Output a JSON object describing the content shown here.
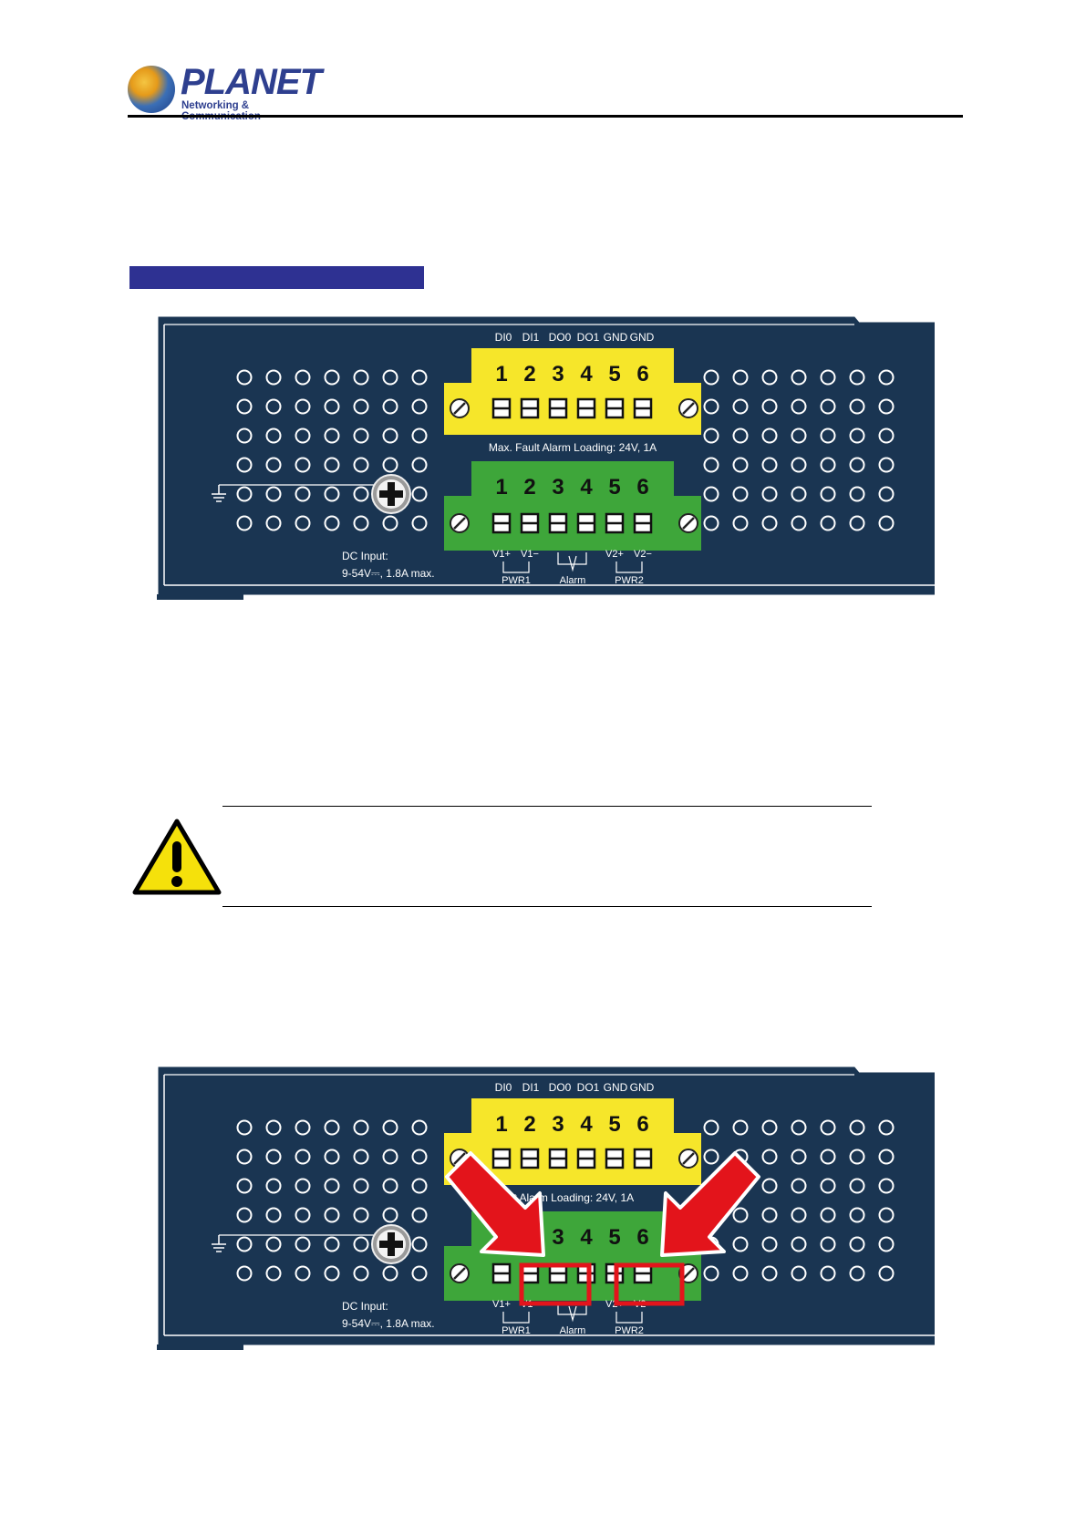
{
  "header": {
    "brand": "PLANET",
    "tagline": "Networking & Communication"
  },
  "panels": [
    {
      "top_pins": [
        "DI0",
        "DI1",
        "DO0",
        "DO1",
        "GND",
        "GND"
      ],
      "pin_numbers": [
        "1",
        "2",
        "3",
        "4",
        "5",
        "6"
      ],
      "alarm_loading": "Max. Fault Alarm Loading: 24V, 1A",
      "dc_input_line1": "DC Input:",
      "dc_input_line2": "9-54V⎓, 1.8A max.",
      "bottom_labels": {
        "v1p": "V1+",
        "v1m": "V1−",
        "pwr1": "PWR1",
        "alarm": "Alarm",
        "v2p": "V2+",
        "v2m": "V2−",
        "pwr2": "PWR2"
      }
    },
    {
      "top_pins": [
        "DI0",
        "DI1",
        "DO0",
        "DO1",
        "GND",
        "GND"
      ],
      "pin_numbers": [
        "1",
        "2",
        "3",
        "4",
        "5",
        "6"
      ],
      "alarm_loading_visible": "lt Alarm Loading: 24V, 1A",
      "dc_input_line1": "DC Input:",
      "dc_input_line2": "9-54V⎓, 1.8A max.",
      "bottom_labels": {
        "v1p": "V1+",
        "v1m": "V1−",
        "pwr1": "PWR1",
        "alarm": "Alarm",
        "v2p": "V2+",
        "v2m": "V2−",
        "pwr2": "PWR2"
      },
      "highlights": [
        "pins 2-3 (PWR1)",
        "pin 6 (PWR2)"
      ]
    }
  ],
  "colors": {
    "panel_bg": "#1a3552",
    "yellow_block": "#f6e62a",
    "green_block": "#3ea63a",
    "section_bar": "#2e3192",
    "highlight": "#e3141b",
    "warning": "#f5e10b"
  },
  "icons": [
    "planet-logo-globe",
    "warning-triangle-icon",
    "ground-symbol-icon",
    "screw-icon",
    "arrow-icon"
  ]
}
